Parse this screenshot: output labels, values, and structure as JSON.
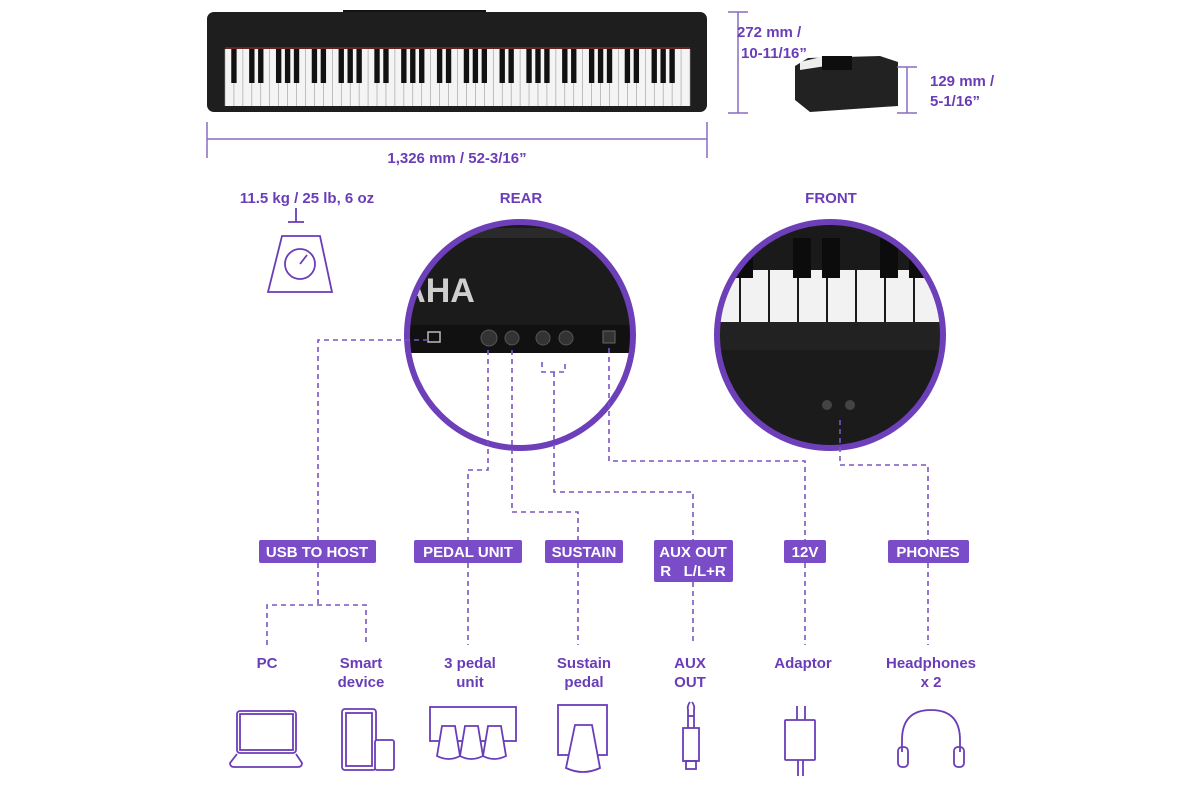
{
  "dimensions": {
    "width": "1,326 mm / 52-3/16”",
    "height_line1": "272 mm /",
    "height_line2": "10-11/16”",
    "depth_line1": "129 mm /",
    "depth_line2": "5-1/16”"
  },
  "weight": "11.5 kg / 25 lb, 6 oz",
  "views": {
    "rear": "REAR",
    "front": "FRONT",
    "brand_partial": "AHA"
  },
  "ports": [
    {
      "label": "USB TO HOST"
    },
    {
      "label": "PEDAL UNIT"
    },
    {
      "label": "SUSTAIN"
    },
    {
      "label": "AUX OUT",
      "sub": "R   L/L+R"
    },
    {
      "label": "12V"
    },
    {
      "label": "PHONES"
    }
  ],
  "devices": [
    {
      "line1": "PC",
      "icon": "laptop-icon"
    },
    {
      "line1": "Smart",
      "line2": "device",
      "icon": "tablet-phone-icon"
    },
    {
      "line1": "3 pedal",
      "line2": "unit",
      "icon": "pedal-unit-icon"
    },
    {
      "line1": "Sustain",
      "line2": "pedal",
      "icon": "sustain-pedal-icon"
    },
    {
      "line1": "AUX",
      "line2": "OUT",
      "icon": "audio-jack-icon"
    },
    {
      "line1": "Adaptor",
      "icon": "power-adaptor-icon"
    },
    {
      "line1": "Headphones",
      "line2": "x 2",
      "icon": "headphones-icon"
    }
  ],
  "colors": {
    "accent": "#6a3db8",
    "badge": "#7a4cc8",
    "piano": "#1c1c1c"
  }
}
